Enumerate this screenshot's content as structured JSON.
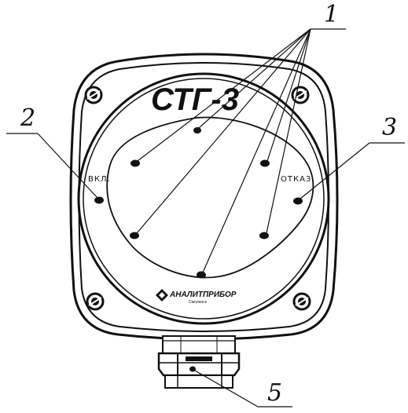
{
  "device": {
    "title": "СТГ-3",
    "label_on": "ВКЛ.",
    "label_fault": "ОТКАЗ",
    "brand": "АНАЛИТПРИБОР",
    "brand_sub": "Смоленск"
  },
  "callouts": {
    "sensors": "1",
    "on_indicator": "2",
    "fault_indicator": "3",
    "connector": "5"
  },
  "colors": {
    "ink": "#111111",
    "background": "#ffffff"
  }
}
